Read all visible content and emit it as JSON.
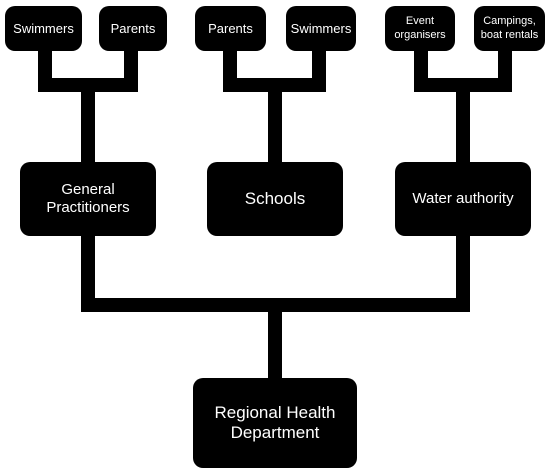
{
  "diagram": {
    "top_nodes": [
      {
        "label": "Swimmers"
      },
      {
        "label": "Parents"
      },
      {
        "label": "Parents"
      },
      {
        "label": "Swimmers"
      },
      {
        "lines": [
          "Event",
          "organisers"
        ]
      },
      {
        "lines": [
          "Campings,",
          "boat rentals"
        ]
      }
    ],
    "middle_nodes": [
      {
        "lines": [
          "General",
          "Practitioners"
        ]
      },
      {
        "label": "Schools"
      },
      {
        "label": "Water authority"
      }
    ],
    "root": {
      "lines": [
        "Regional Health",
        "Department"
      ]
    }
  }
}
